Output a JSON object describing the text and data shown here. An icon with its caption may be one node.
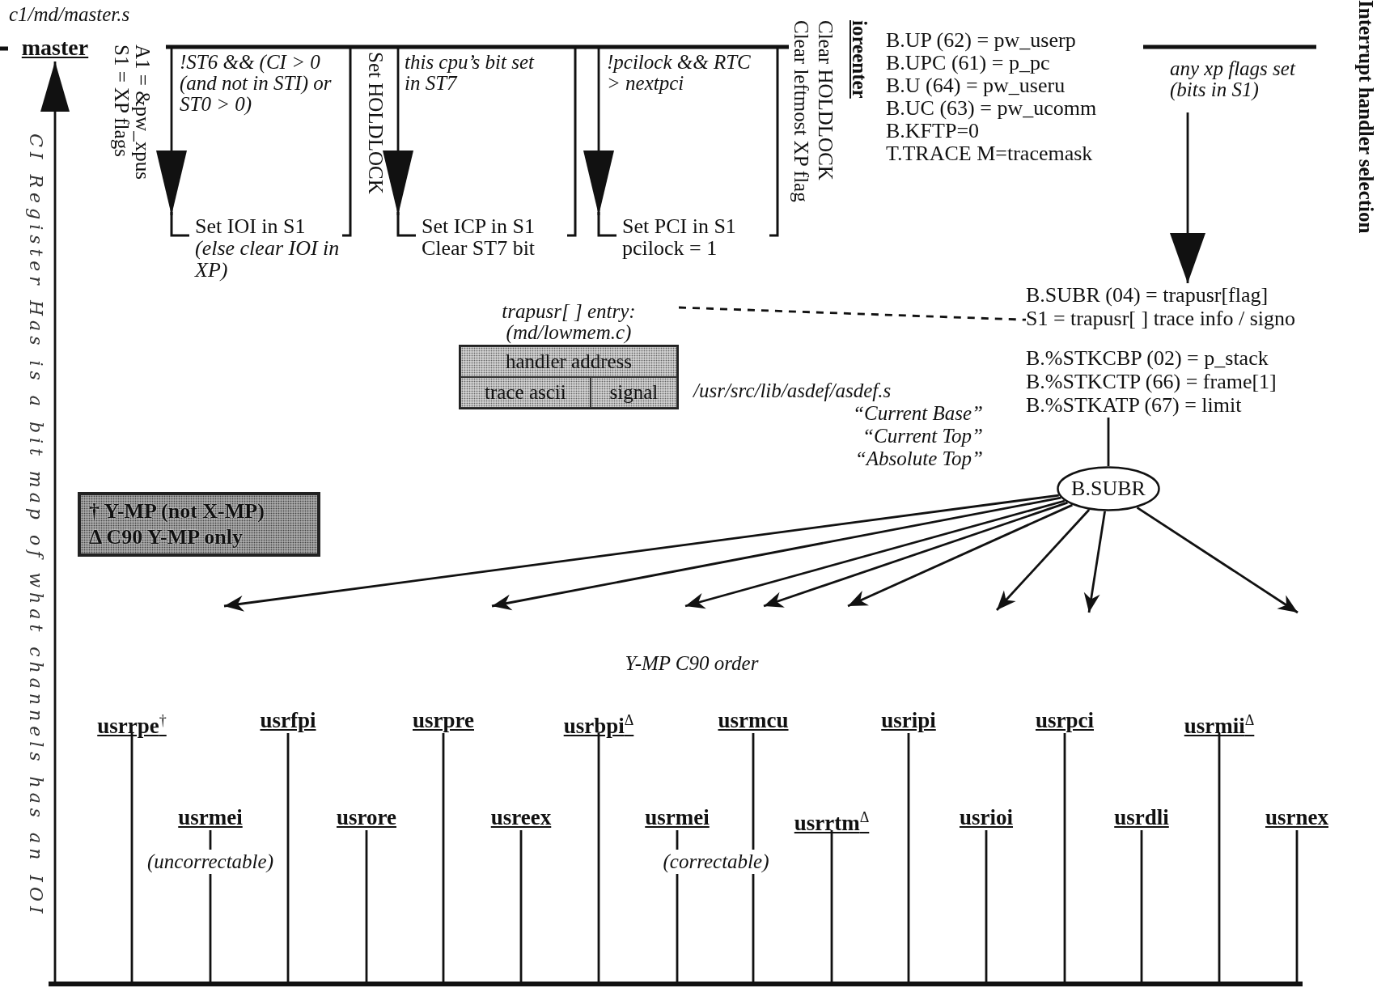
{
  "diagram": {
    "nodes": [
      {
        "text": [
          "master"
        ]
      },
      {
        "text": [
          "Set IOI in S1",
          "(else clear IOI in XP)"
        ]
      },
      {
        "text": [
          "Set ICP in S1",
          "Clear ST7 bit"
        ]
      },
      {
        "text": [
          "Set PCI in S1",
          "pcilock = 1"
        ]
      },
      {
        "text": [
          "B.SUBR (04) = trapusr[flag]",
          "S1 = trapusr[ ] trace info / signo"
        ]
      },
      {
        "text": [
          "B.%STKCBP (02) = p_stack",
          "B.%STKCTP (66) = frame[1]",
          "B.%STKATP (67) = limit"
        ]
      },
      {
        "text": [
          "trapusr[ ] entry: (md/lowmem.c)",
          "handler address",
          "trace ascii",
          "signal"
        ],
        "beside": [
          "/usr/src/lib/asdef/asdef.s"
        ]
      },
      {
        "text": [
          "B.SUBR"
        ]
      },
      {
        "text": [
          "† Y-MP (not X-MP)",
          "Δ C90 Y-MP only"
        ]
      },
      {
        "text": [
          "usrrpe$^{†}$"
        ]
      },
      {
        "text": [
          "usrfpi"
        ]
      },
      {
        "text": [
          "usrpre"
        ]
      },
      {
        "text": [
          "usrbpi$^{Δ}$"
        ]
      },
      {
        "text": [
          "usrmcu"
        ]
      },
      {
        "text": [
          "usripi"
        ]
      },
      {
        "text": [
          "usrpci"
        ]
      },
      {
        "text": [
          "usrmii$^{Δ}$"
        ]
      },
      {
        "text": [
          "usrmei"
        ],
        "beside": [
          "(uncorrectable)"
        ]
      },
      {
        "text": [
          "usrore"
        ]
      },
      {
        "text": [
          "usreex"
        ]
      },
      {
        "text": [
          "usrmei"
        ],
        "beside": [
          "(correctable)"
        ]
      },
      {
        "text": [
          "usrrtm$^{Δ}$"
        ]
      },
      {
        "text": [
          "usrioi"
        ]
      },
      {
        "text": [
          "usrdli"
        ]
      },
      {
        "text": [
          "usrnex"
        ]
      },
      {
        "text": [],
        "shape": "bar"
      }
    ],
    "edges": [
      {
        "from": null,
        "to": 1,
        "arrow": "to",
        "label": "!ST6 && (CI > 0 (and not in STI) or ST0 > 0)"
      },
      {
        "from": null,
        "to": 2,
        "arrow": "to",
        "label": "this cpu’s bit set in ST7"
      },
      {
        "from": null,
        "to": 3,
        "arrow": "to",
        "label": "!pcilock && RTC > nextpci"
      },
      {
        "from": null,
        "to": 4,
        "arrow": "to",
        "label": "any xp flags set (bits in S1)"
      },
      {
        "from": 6,
        "to": 4,
        "arrow": "none",
        "style": "dashed"
      },
      {
        "from": 5,
        "to": 7,
        "arrow": "none"
      },
      {
        "from": 7,
        "to": null,
        "arrow": "to"
      },
      {
        "from": 7,
        "to": null,
        "arrow": "to"
      },
      {
        "from": 7,
        "to": null,
        "arrow": "to"
      },
      {
        "from": 7,
        "to": null,
        "arrow": "to"
      },
      {
        "from": 7,
        "to": null,
        "arrow": "to"
      },
      {
        "from": 7,
        "to": null,
        "arrow": "to"
      },
      {
        "from": 7,
        "to": null,
        "arrow": "to"
      },
      {
        "from": 7,
        "to": null,
        "arrow": "to"
      },
      {
        "from": 9,
        "to": 25,
        "arrow": "none"
      },
      {
        "from": 10,
        "to": 25,
        "arrow": "none"
      },
      {
        "from": 11,
        "to": 25,
        "arrow": "none"
      },
      {
        "from": 12,
        "to": 25,
        "arrow": "none"
      },
      {
        "from": 13,
        "to": 25,
        "arrow": "none"
      },
      {
        "from": 14,
        "to": 25,
        "arrow": "none"
      },
      {
        "from": 15,
        "to": 25,
        "arrow": "none"
      },
      {
        "from": 16,
        "to": 25,
        "arrow": "none"
      },
      {
        "from": 17,
        "to": 25,
        "arrow": "none"
      },
      {
        "from": 18,
        "to": 25,
        "arrow": "none"
      },
      {
        "from": 19,
        "to": 25,
        "arrow": "none"
      },
      {
        "from": 20,
        "to": 25,
        "arrow": "none"
      },
      {
        "from": 21,
        "to": 25,
        "arrow": "none"
      },
      {
        "from": 22,
        "to": 25,
        "arrow": "none"
      },
      {
        "from": 23,
        "to": 25,
        "arrow": "none"
      },
      {
        "from": 24,
        "to": 25,
        "arrow": "none"
      },
      {
        "from": 25,
        "to": 0,
        "arrow": "to"
      }
    ],
    "labels": [
      "c1/md/master.s",
      "A1 = &pw_xpus",
      "S1 = XP flags",
      "Set HOLDLOCK",
      "Clear HOLDLOCK",
      "Clear leftmost XP flag",
      "ioreenter",
      "B.UP (62) = pw_userp",
      "B.UPC (61) = p_pc",
      "B.U (64) = pw_useru",
      "B.UC (63) = pw_ucomm",
      "B.KFTP=0",
      "T.TRACE M=tracemask",
      "Interrupt handler selection",
      "“Current Base”",
      "“Current Top”",
      "“Absolute Top”",
      "Y-MP C90 order",
      "CI Register Has is a bit map of what channels has an IOI"
    ]
  }
}
